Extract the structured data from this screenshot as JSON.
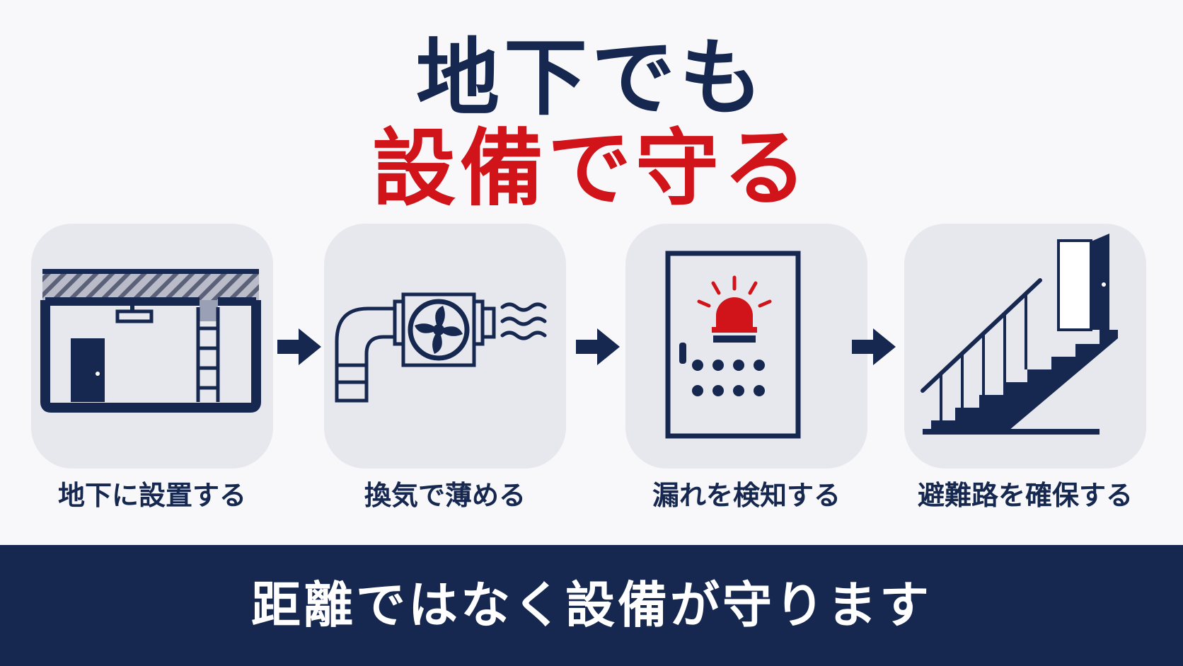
{
  "title": {
    "line1": "地下でも",
    "line2": "設備で守る"
  },
  "steps": [
    {
      "label": "地下に設置する",
      "icon": "underground-room-icon"
    },
    {
      "label": "換気で薄める",
      "icon": "ventilation-fan-icon"
    },
    {
      "label": "漏れを検知する",
      "icon": "leak-alarm-panel-icon"
    },
    {
      "label": "避難路を確保する",
      "icon": "evacuation-stairs-icon"
    }
  ],
  "banner": {
    "text": "距離ではなく設備が守ります"
  },
  "colors": {
    "navy": "#16284f",
    "red": "#d1141a",
    "card": "#e7e8ee",
    "background": "#f8f8fa"
  }
}
